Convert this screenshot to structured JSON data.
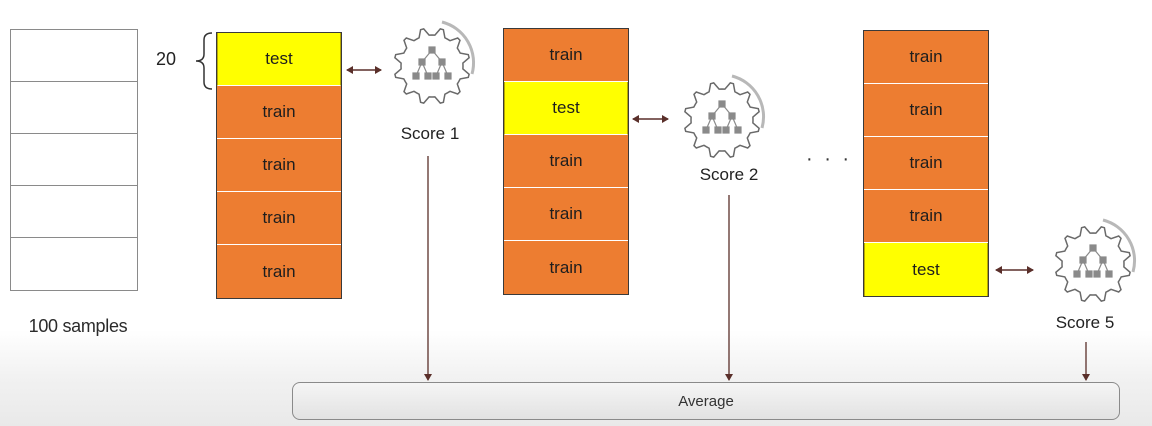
{
  "samples_label": "100 samples",
  "fold_size_label": "20",
  "folds": [
    {
      "blocks": [
        "test",
        "train",
        "train",
        "train",
        "train"
      ],
      "score": "Score 1"
    },
    {
      "blocks": [
        "train",
        "test",
        "train",
        "train",
        "train"
      ],
      "score": "Score 2"
    },
    {
      "blocks": [
        "train",
        "train",
        "train",
        "train",
        "test"
      ],
      "score": "Score 5"
    }
  ],
  "ellipsis": "· · ·",
  "average_label": "Average",
  "colors": {
    "train": "#ed7d31",
    "test": "#ffff00"
  },
  "icons": [
    "gear-model-icon",
    "bidirectional-arrow-icon",
    "brace-icon"
  ]
}
